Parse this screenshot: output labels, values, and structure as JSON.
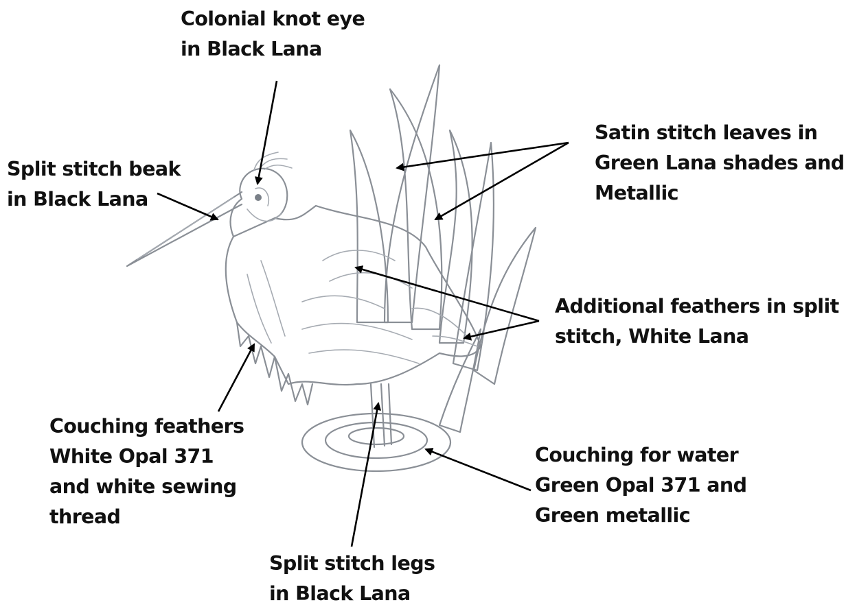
{
  "labels": {
    "eye": [
      "Colonial knot eye",
      "in Black Lana"
    ],
    "beak": [
      "Split stitch beak",
      "in Black Lana"
    ],
    "leaves": [
      "Satin stitch leaves in",
      "Green Lana shades and",
      "Metallic"
    ],
    "feathers": [
      "Additional feathers in split",
      "stitch, White Lana"
    ],
    "couching_feathers": [
      "Couching feathers",
      "White Opal 371",
      "and white sewing",
      "thread"
    ],
    "water": [
      "Couching for water",
      "Green Opal 371 and",
      "Green metallic"
    ],
    "legs": [
      "Split stitch legs",
      "in Black Lana"
    ]
  },
  "colors": {
    "sketch_line": "#8a8f96",
    "arrow": "#000000",
    "text": "#111111",
    "background": "#ffffff"
  }
}
